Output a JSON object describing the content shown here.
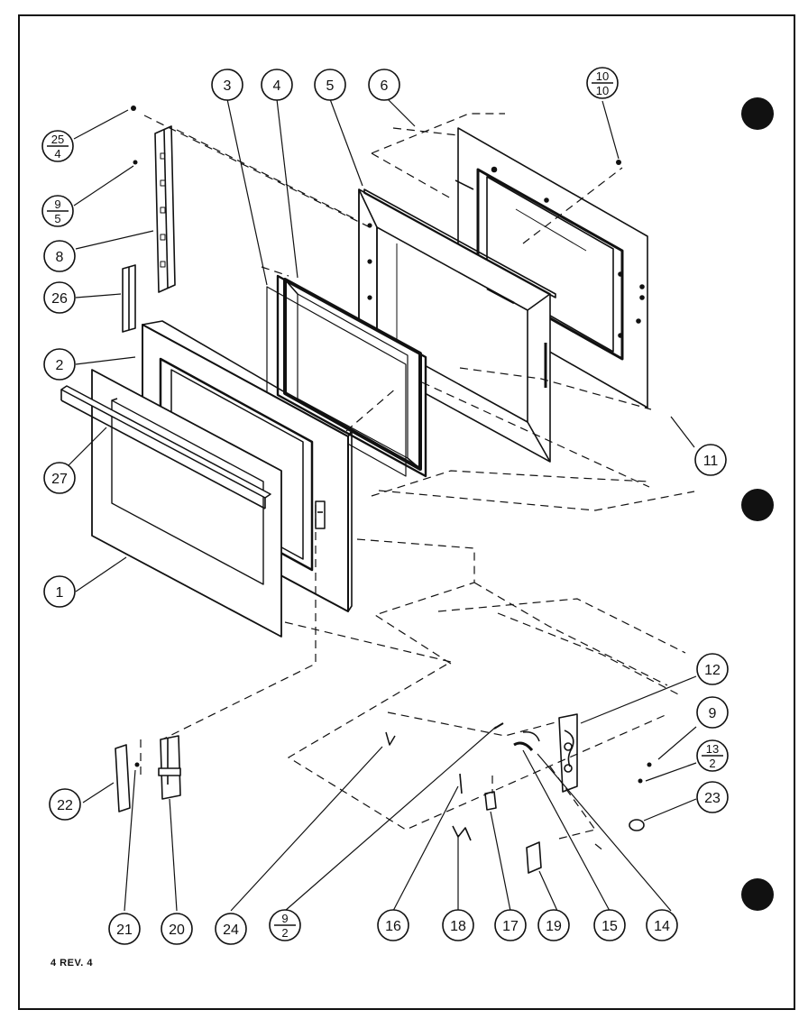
{
  "diagram": {
    "revision_label": "4 REV. 4",
    "callouts": [
      {
        "id": "c1",
        "kind": "single",
        "label": "1"
      },
      {
        "id": "c2",
        "kind": "single",
        "label": "2"
      },
      {
        "id": "c3",
        "kind": "single",
        "label": "3"
      },
      {
        "id": "c4",
        "kind": "single",
        "label": "4"
      },
      {
        "id": "c5",
        "kind": "single",
        "label": "5"
      },
      {
        "id": "c6",
        "kind": "single",
        "label": "6"
      },
      {
        "id": "c8",
        "kind": "single",
        "label": "8"
      },
      {
        "id": "c9",
        "kind": "single",
        "label": "9"
      },
      {
        "id": "c11",
        "kind": "single",
        "label": "11"
      },
      {
        "id": "c12",
        "kind": "single",
        "label": "12"
      },
      {
        "id": "c14",
        "kind": "single",
        "label": "14"
      },
      {
        "id": "c15",
        "kind": "single",
        "label": "15"
      },
      {
        "id": "c16",
        "kind": "single",
        "label": "16"
      },
      {
        "id": "c17",
        "kind": "single",
        "label": "17"
      },
      {
        "id": "c18",
        "kind": "single",
        "label": "18"
      },
      {
        "id": "c19",
        "kind": "single",
        "label": "19"
      },
      {
        "id": "c20",
        "kind": "single",
        "label": "20"
      },
      {
        "id": "c21",
        "kind": "single",
        "label": "21"
      },
      {
        "id": "c22",
        "kind": "single",
        "label": "22"
      },
      {
        "id": "c23",
        "kind": "single",
        "label": "23"
      },
      {
        "id": "c24",
        "kind": "single",
        "label": "24"
      },
      {
        "id": "c26",
        "kind": "single",
        "label": "26"
      },
      {
        "id": "c27",
        "kind": "single",
        "label": "27"
      },
      {
        "id": "f25_4",
        "kind": "fraction",
        "top": "25",
        "bottom": "4"
      },
      {
        "id": "f9_5",
        "kind": "fraction",
        "top": "9",
        "bottom": "5"
      },
      {
        "id": "f10_10",
        "kind": "fraction",
        "top": "10",
        "bottom": "10"
      },
      {
        "id": "f13_2",
        "kind": "fraction",
        "top": "13",
        "bottom": "2"
      },
      {
        "id": "f9_2",
        "kind": "fraction",
        "top": "9",
        "bottom": "2"
      }
    ]
  }
}
